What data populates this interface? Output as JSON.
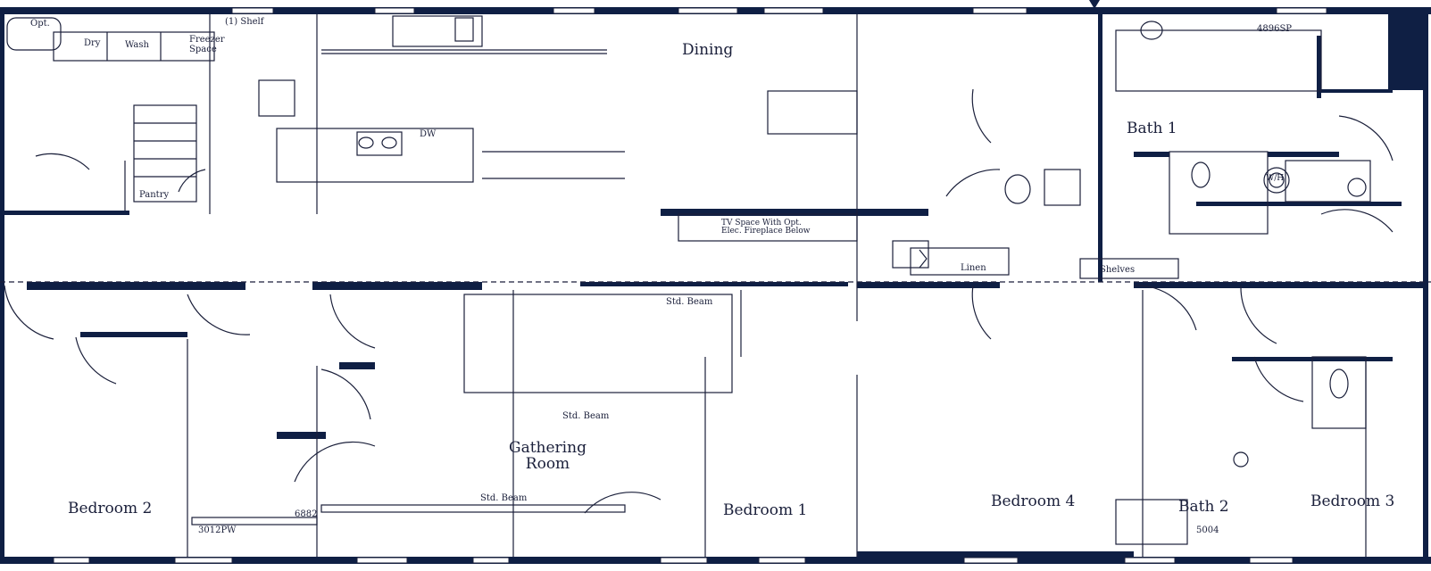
{
  "colors": {
    "wall": "#0f1f44",
    "line": "#1a1f3a",
    "background": "#ffffff"
  },
  "rooms": {
    "dining": "Dining",
    "bath_1": "Bath 1",
    "gathering_room_line1": "Gathering",
    "gathering_room_line2": "Room",
    "bedroom_1": "Bedroom 1",
    "bedroom_2": "Bedroom 2",
    "bedroom_3": "Bedroom 3",
    "bedroom_4": "Bedroom 4",
    "bath_2": "Bath 2"
  },
  "fixtures": {
    "opt": "Opt.",
    "shelf": "(1) Shelf",
    "dry": "Dry",
    "wash": "Wash",
    "freezer_line1": "Freezer",
    "freezer_line2": "Space",
    "pantry": "Pantry",
    "dw": "DW",
    "tv_space_line1": "TV Space With Opt.",
    "tv_space_line2": "Elec. Fireplace Below",
    "linen": "Linen",
    "shelves": "Shelves",
    "wh": "W/H",
    "tub_top": "4896SP",
    "tub_bath2": "5004",
    "window_bed2": "3012PW",
    "window_gathering": "6882"
  },
  "beams": {
    "beam_1": "Std. Beam",
    "beam_2": "Std. Beam",
    "beam_3": "Std. Beam"
  }
}
